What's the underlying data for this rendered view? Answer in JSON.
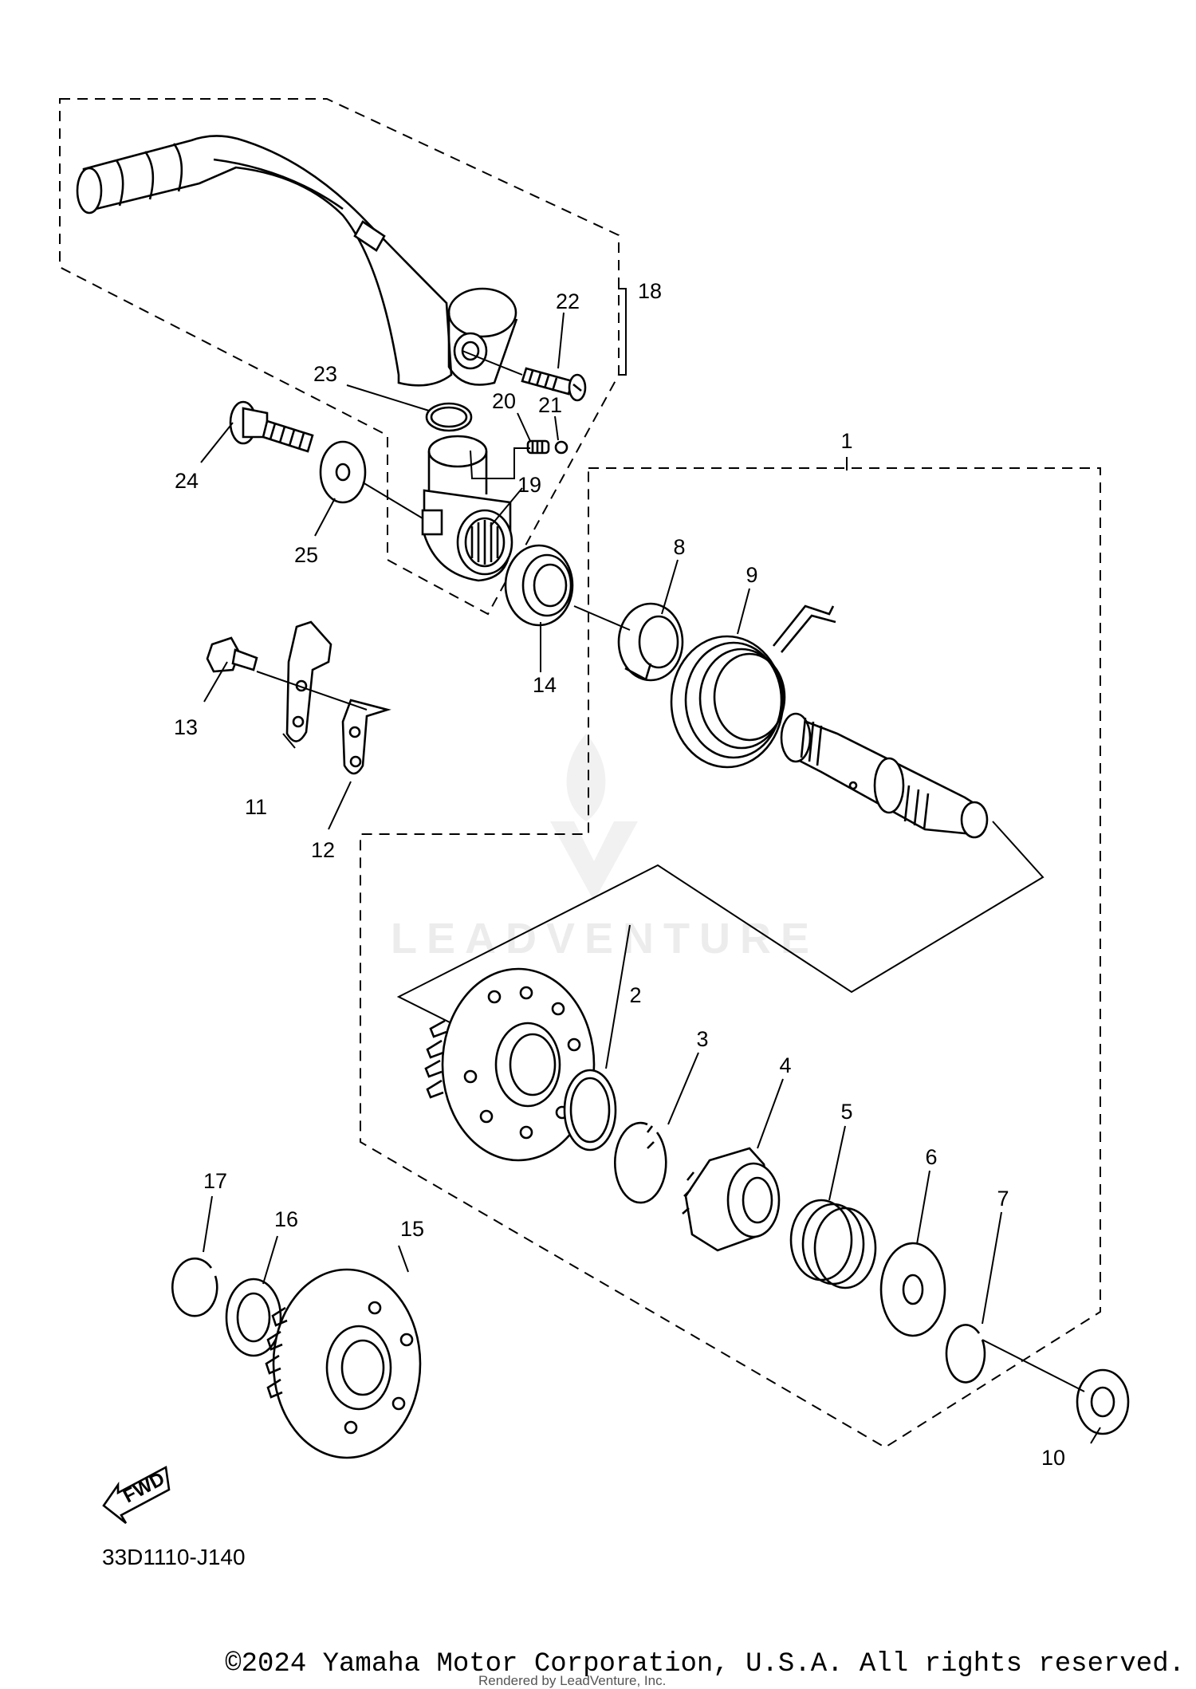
{
  "diagram_code": "33D1110-J140",
  "fwd_label": "FWD",
  "watermark": "LEADVENTURE",
  "copyright": "©2024 Yamaha Motor Corporation, U.S.A. All rights reserved.",
  "rendered_by": "Rendered by LeadVenture, Inc.",
  "callouts": {
    "c1": "1",
    "c2": "2",
    "c3": "3",
    "c4": "4",
    "c5": "5",
    "c6": "6",
    "c7": "7",
    "c8": "8",
    "c9": "9",
    "c10": "10",
    "c11": "11",
    "c12": "12",
    "c13": "13",
    "c14": "14",
    "c15": "15",
    "c16": "16",
    "c17": "17",
    "c18": "18",
    "c19": "19",
    "c20": "20",
    "c21": "21",
    "c22": "22",
    "c23": "23",
    "c24": "24",
    "c25": "25"
  }
}
